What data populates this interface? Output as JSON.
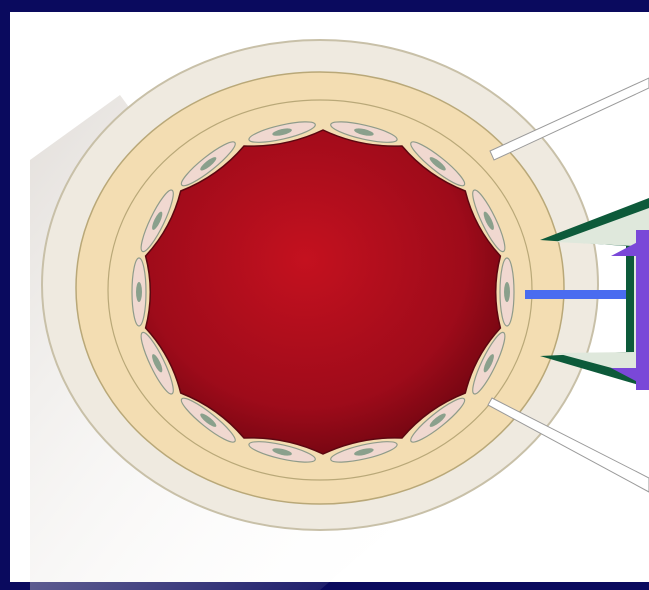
{
  "figure": {
    "subject": "blood-vessel-cross-section",
    "colors": {
      "background": "#0a0a5e",
      "panel": "#ffffff",
      "outer_layer": "#efeae0",
      "middle_layer": "#f3ddb2",
      "lumen": "#9e0b1a",
      "pointer": "#ffffff",
      "indicator": "#4a6cf0",
      "callout": "#7a48d8",
      "callout_outline": "#0d5a3a"
    },
    "layers": [
      "outer-layer",
      "middle-layer",
      "inner-lining",
      "lumen"
    ]
  }
}
